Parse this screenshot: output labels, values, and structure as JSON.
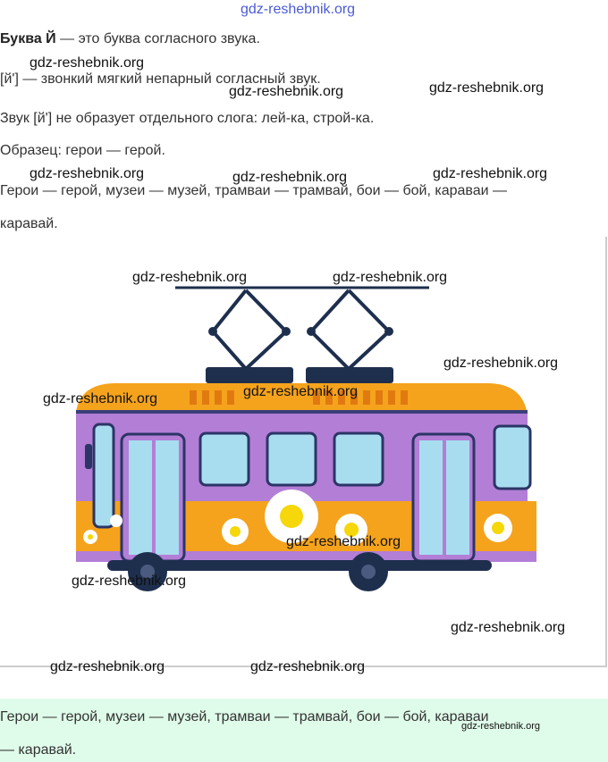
{
  "watermark": "gdz-reshebnik.org",
  "rule": {
    "bold": "Буква Й",
    "rest": " — это буква согласного звука."
  },
  "line2": "[й'] — звонкий мягкий непарный согласный звук.",
  "line3": "Звук [й'] не образует отдельного слога: лей-ка, строй-ка.",
  "line4": "Образец: герои — герой.",
  "line5a": "Герои — герой, музеи — музей, трамваи — трамвай, бои — бой, караваи —",
  "line5b": "каравай.",
  "answer": {
    "line1": "Герои — герой, музеи — музей, трамваи — трамвай, бои — бой, караваи",
    "line2": "— каравай."
  }
}
